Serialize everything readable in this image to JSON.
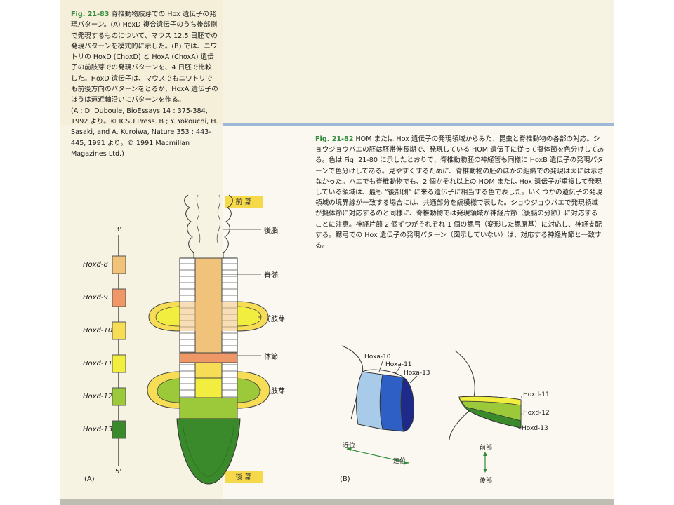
{
  "fig83": {
    "number": "Fig. 21-83",
    "caption": "脊椎動物肢芽での Hox 遺伝子の発現パターン。(A) HoxD 複合遺伝子のうち後部側で発現するものについて、マウス 12.5 日胚での発現パターンを模式的に示した。(B) では、ニワトリの HoxD (ChoxD) と HoxA (ChoxA) 遺伝子の前肢芽での発現パターンを、4 日胚で比較した。HoxD 遺伝子は、マウスでもニワトリでも前後方向のパターンをとるが、HoxA 遺伝子のほうは遠近軸沿いにパターンを作る。",
    "reference": "(A ; D. Duboule, BioEssays 14 : 375-384, 1992 より。© ICSU Press. B ; Y. Yokouchi, H. Sasaki, and A. Kuroiwa, Nature 353 : 443-445, 1991 より。© 1991 Macmillan Magazines Ltd.)"
  },
  "fig82": {
    "number": "Fig. 21-82",
    "caption": "HOM または Hox 遺伝子の発現領域からみた、昆虫と脊椎動物の各部の対応。ショウジョウバエの胚は胚帯伸長期で、発現している HOM 遺伝子に従って擬体節を色分けしてある。色は Fig. 21-80 に示したとおりで、脊椎動物胚の神経管も同様に HoxB 遺伝子の発現パターンで色分けしてある。見やすくするために、脊椎動物の胚のほかの組織での発現は図には示さなかった。ハエでも脊椎動物でも、2 個かそれ以上の HOM または Hox 遺伝子が重複して発現している領域は、最も “後部側” に来る遺伝子に相当する色で表した。いくつかの遺伝子の発現領域の境界線が一致する場合には、共通部分を縞模様で表した。ショウジョウバエで発現領域が擬体節に対応するのと同様に、脊椎動物では発現領域が神経片節（後脳の分節）に対応することに注意。神経片節 2 個ずつがそれぞれ 1 個の鰓弓（変形した鰓原基）に対応し、神経支配する。鰓弓での Hox 遺伝子の発現パターン（図示していない）は、対応する神経片節と一致する。"
  },
  "panel_a": {
    "label": "(A)",
    "end_top": "3'",
    "end_bottom": "5'",
    "genes": [
      {
        "name": "Hoxd-8",
        "color": "#f0c27a"
      },
      {
        "name": "Hoxd-9",
        "color": "#ee9868"
      },
      {
        "name": "Hoxd-10",
        "color": "#f6dd55"
      },
      {
        "name": "Hoxd-11",
        "color": "#f2ee40"
      },
      {
        "name": "Hoxd-12",
        "color": "#9cc93a"
      },
      {
        "name": "Hoxd-13",
        "color": "#3a8a2c"
      }
    ],
    "anterior": "前 部",
    "posterior": "後 部",
    "labels": {
      "hindbrain": "後脳",
      "spinal_cord": "脊髄",
      "forelimb_bud": "前肢芽",
      "somite": "体節",
      "hindlimb_bud": "後肢芽"
    }
  },
  "panel_b": {
    "label": "(B)",
    "hoxa": [
      "Hoxa-10",
      "Hoxa-11",
      "Hoxa-13"
    ],
    "hoxa_colors": [
      "#a9cbea",
      "#2e5fc4",
      "#1e2a8a"
    ],
    "hoxd": [
      "Hoxd-11",
      "Hoxd-12",
      "Hoxd-13"
    ],
    "hoxd_colors": [
      "#f2ee40",
      "#9cc93a",
      "#3a8a2c"
    ],
    "proximal": "近位",
    "distal": "遠位",
    "anterior": "前部",
    "posterior": "後部"
  }
}
